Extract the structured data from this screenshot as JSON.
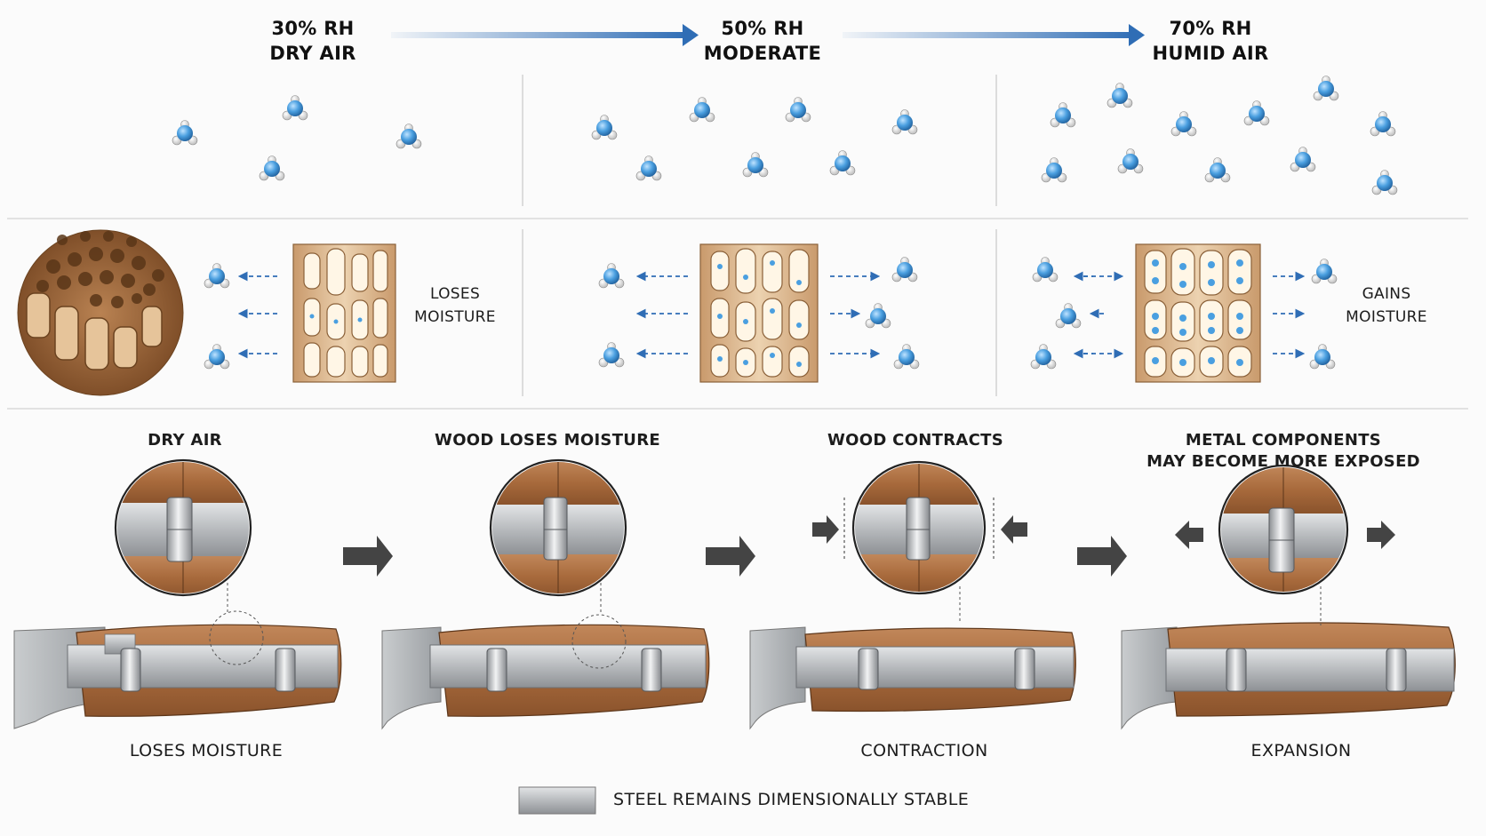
{
  "header": {
    "stages": [
      {
        "rh": "30% RH",
        "name": "DRY AIR"
      },
      {
        "rh": "50% RH",
        "name": "MODERATE"
      },
      {
        "rh": "70% RH",
        "name": "HUMID AIR"
      }
    ]
  },
  "cell_panels": {
    "left_label": [
      "LOSES",
      "MOISTURE"
    ],
    "right_label": [
      "GAINS",
      "MOISTURE"
    ]
  },
  "knife_steps": [
    {
      "title": [
        "DRY AIR"
      ],
      "caption": "LOSES MOISTURE"
    },
    {
      "title": [
        "WOOD LOSES MOISTURE"
      ],
      "caption": ""
    },
    {
      "title": [
        "WOOD CONTRACTS"
      ],
      "caption": "CONTRACTION"
    },
    {
      "title": [
        "METAL COMPONENTS",
        "MAY BECOME MORE EXPOSED"
      ],
      "caption": "EXPANSION"
    }
  ],
  "legend": {
    "label": "STEEL REMAINS DIMENSIONALLY STABLE"
  },
  "colors": {
    "arrow_blue": "#2f6db5",
    "water_blue": "#4a9fe0",
    "wood": "#a86a3c",
    "steel": "#b9bcbf",
    "divider": "#c9c9c9"
  }
}
